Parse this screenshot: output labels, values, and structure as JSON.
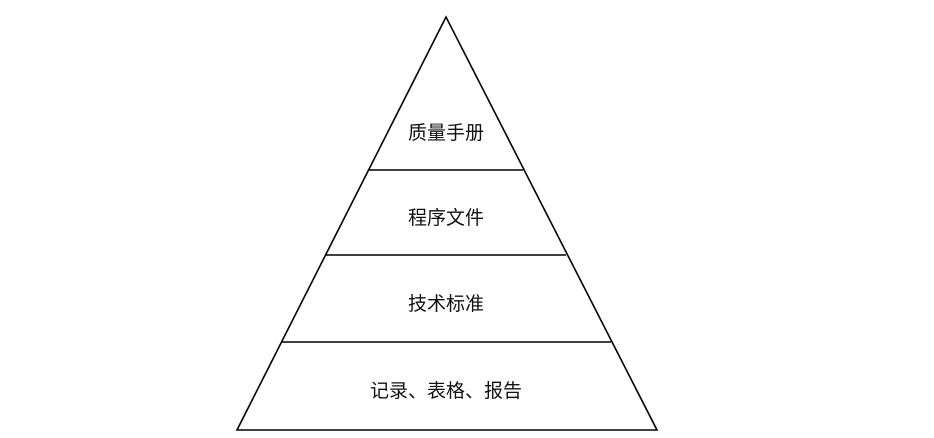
{
  "diagram": {
    "type": "pyramid",
    "tiers": [
      {
        "label": "质量手册"
      },
      {
        "label": "程序文件"
      },
      {
        "label": "技术标准"
      },
      {
        "label": "记录、表格、报告"
      }
    ]
  }
}
